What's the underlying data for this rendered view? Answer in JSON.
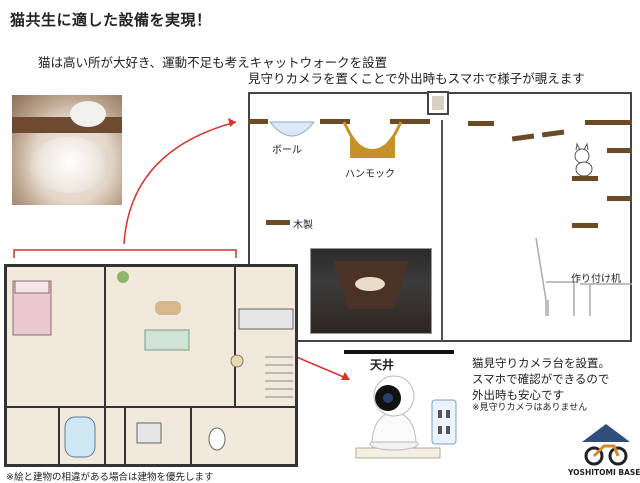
{
  "title": "猫共生に適した設備を実現！",
  "description": {
    "line1": "猫は高い所が大好き、運動不足も考えキャットウォークを設置",
    "line2": "見守りカメラを置くことで外出時もスマホで様子が覗えます"
  },
  "diagram": {
    "labels": {
      "ball": "ボール",
      "hammock": "ハンモック",
      "wood": "木製",
      "built_in_desk": "作り付け机"
    }
  },
  "camera": {
    "ceiling_label": "天井",
    "text_line1": "猫見守りカメラ台を設置。",
    "text_line2": "スマホで確認ができるので",
    "text_line3": "外出時も安心です",
    "note": "※見守りカメラはありません"
  },
  "footnote": "※絵と建物の相違がある場合は建物を優先します",
  "logo": {
    "name": "YOSHITOMI BASE"
  },
  "colors": {
    "plank": "#6b4a26",
    "arrow": "#d9332b",
    "bracket": "#d9332b",
    "hammock": "#c8902a",
    "floor": "#f1e9dc"
  }
}
